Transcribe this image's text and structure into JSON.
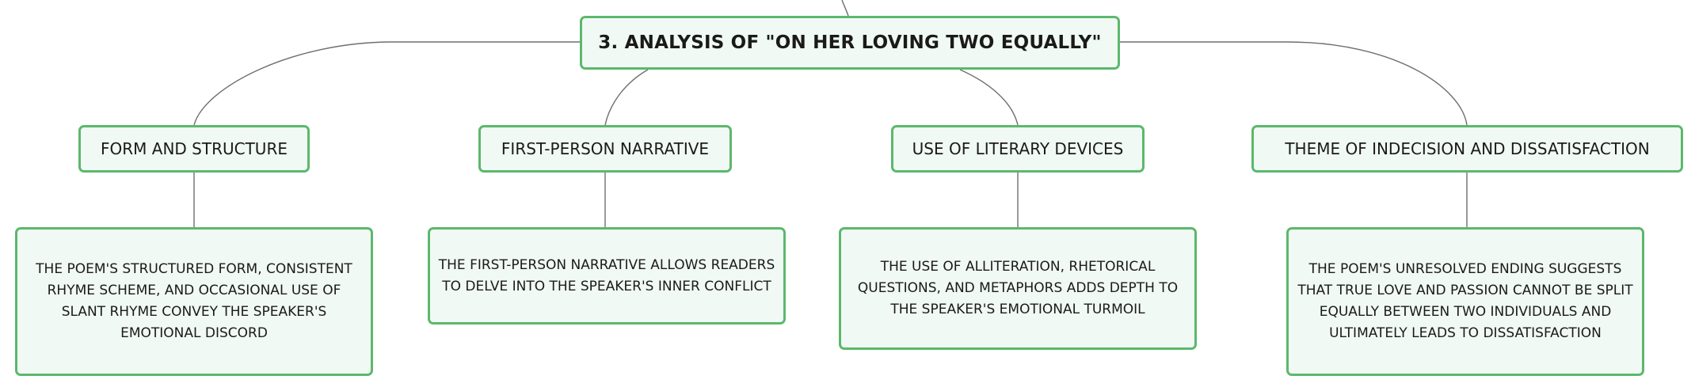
{
  "diagram": {
    "root": {
      "label": "3. ANALYSIS OF \"ON HER LOVING TWO EQUALLY\""
    },
    "branches": [
      {
        "label": "FORM AND STRUCTURE",
        "detail": "THE POEM'S STRUCTURED FORM, CONSISTENT RHYME SCHEME, AND OCCASIONAL USE OF SLANT RHYME CONVEY THE SPEAKER'S EMOTIONAL DISCORD"
      },
      {
        "label": "FIRST-PERSON NARRATIVE",
        "detail": "THE FIRST-PERSON NARRATIVE ALLOWS READERS TO DELVE INTO THE SPEAKER'S INNER CONFLICT"
      },
      {
        "label": "USE OF LITERARY DEVICES",
        "detail": "THE USE OF ALLITERATION, RHETORICAL QUESTIONS, AND METAPHORS ADDS DEPTH TO THE SPEAKER'S EMOTIONAL TURMOIL"
      },
      {
        "label": "THEME OF INDECISION AND DISSATISFACTION",
        "detail": "THE POEM'S UNRESOLVED ENDING SUGGESTS THAT TRUE LOVE AND PASSION CANNOT BE SPLIT EQUALLY BETWEEN TWO INDIVIDUALS AND ULTIMATELY LEADS TO DISSATISFACTION"
      }
    ],
    "colors": {
      "node_border": "#5cb86c",
      "node_fill": "#f1f9f4",
      "connector": "#6e6e6e",
      "text": "#1a1a1a"
    }
  }
}
